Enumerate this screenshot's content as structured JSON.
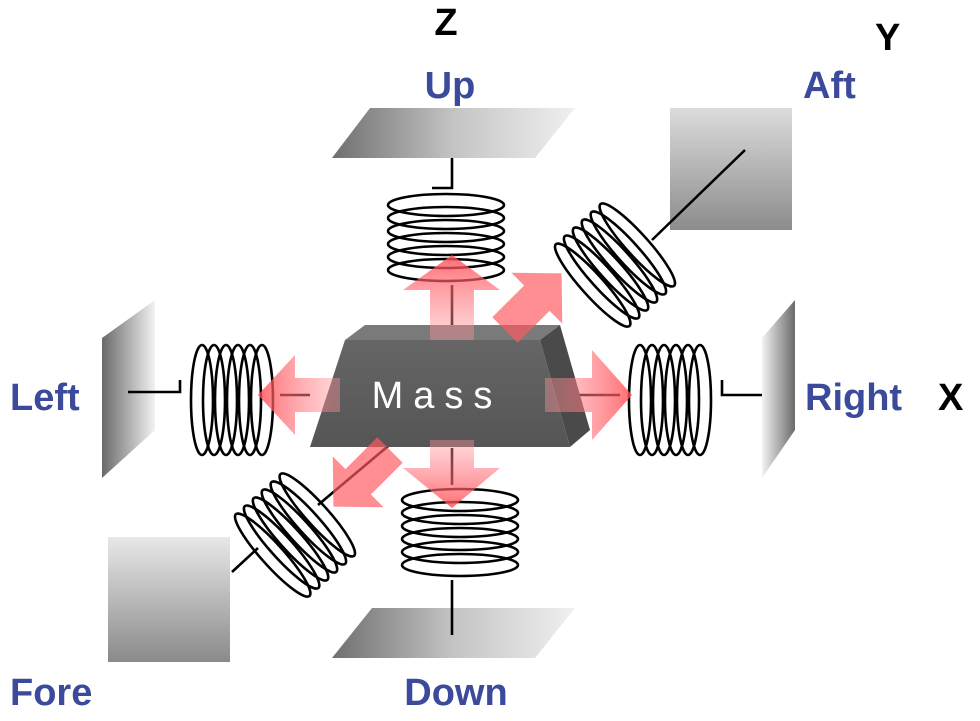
{
  "diagram": {
    "mass_label": "Mass",
    "directions": {
      "up": "Up",
      "down": "Down",
      "left": "Left",
      "right": "Right",
      "fore": "Fore",
      "aft": "Aft"
    },
    "axes": {
      "x": "X",
      "y": "Y",
      "z": "Z"
    },
    "colors": {
      "direction_text": "#3b4a9a",
      "arrow": "#ff5a5f",
      "mass": "#5f5f5f",
      "plate": "#9a9a9a"
    }
  }
}
